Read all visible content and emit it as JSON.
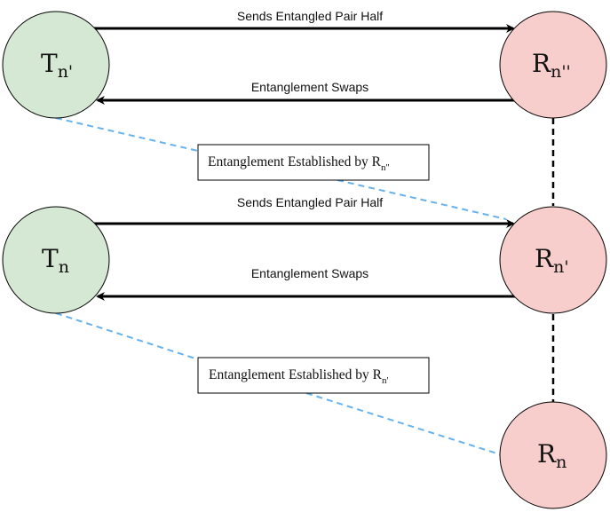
{
  "colors": {
    "t_fill": "#d5e8d4",
    "r_fill": "#f8cecc",
    "stroke": "#000000",
    "dashed_blue": "#66b2ee"
  },
  "nodes": {
    "t_top": {
      "main": "T",
      "sub": "n'"
    },
    "r_top": {
      "main": "R",
      "sub": "n''"
    },
    "t_bottom": {
      "main": "T",
      "sub": "n"
    },
    "r_mid": {
      "main": "R",
      "sub": "n'"
    },
    "r_bottom": {
      "main": "R",
      "sub": "n"
    }
  },
  "edges": {
    "top_send": "Sends Entangled Pair Half",
    "top_swap": "Entanglement Swaps",
    "mid_send": "Sends Entangled Pair Half",
    "mid_swap": "Entanglement Swaps"
  },
  "boxes": {
    "top": {
      "text": "Entanglement Established by R",
      "sub": "n''"
    },
    "bottom": {
      "text": "Entanglement Established by R",
      "sub": "n'"
    }
  }
}
